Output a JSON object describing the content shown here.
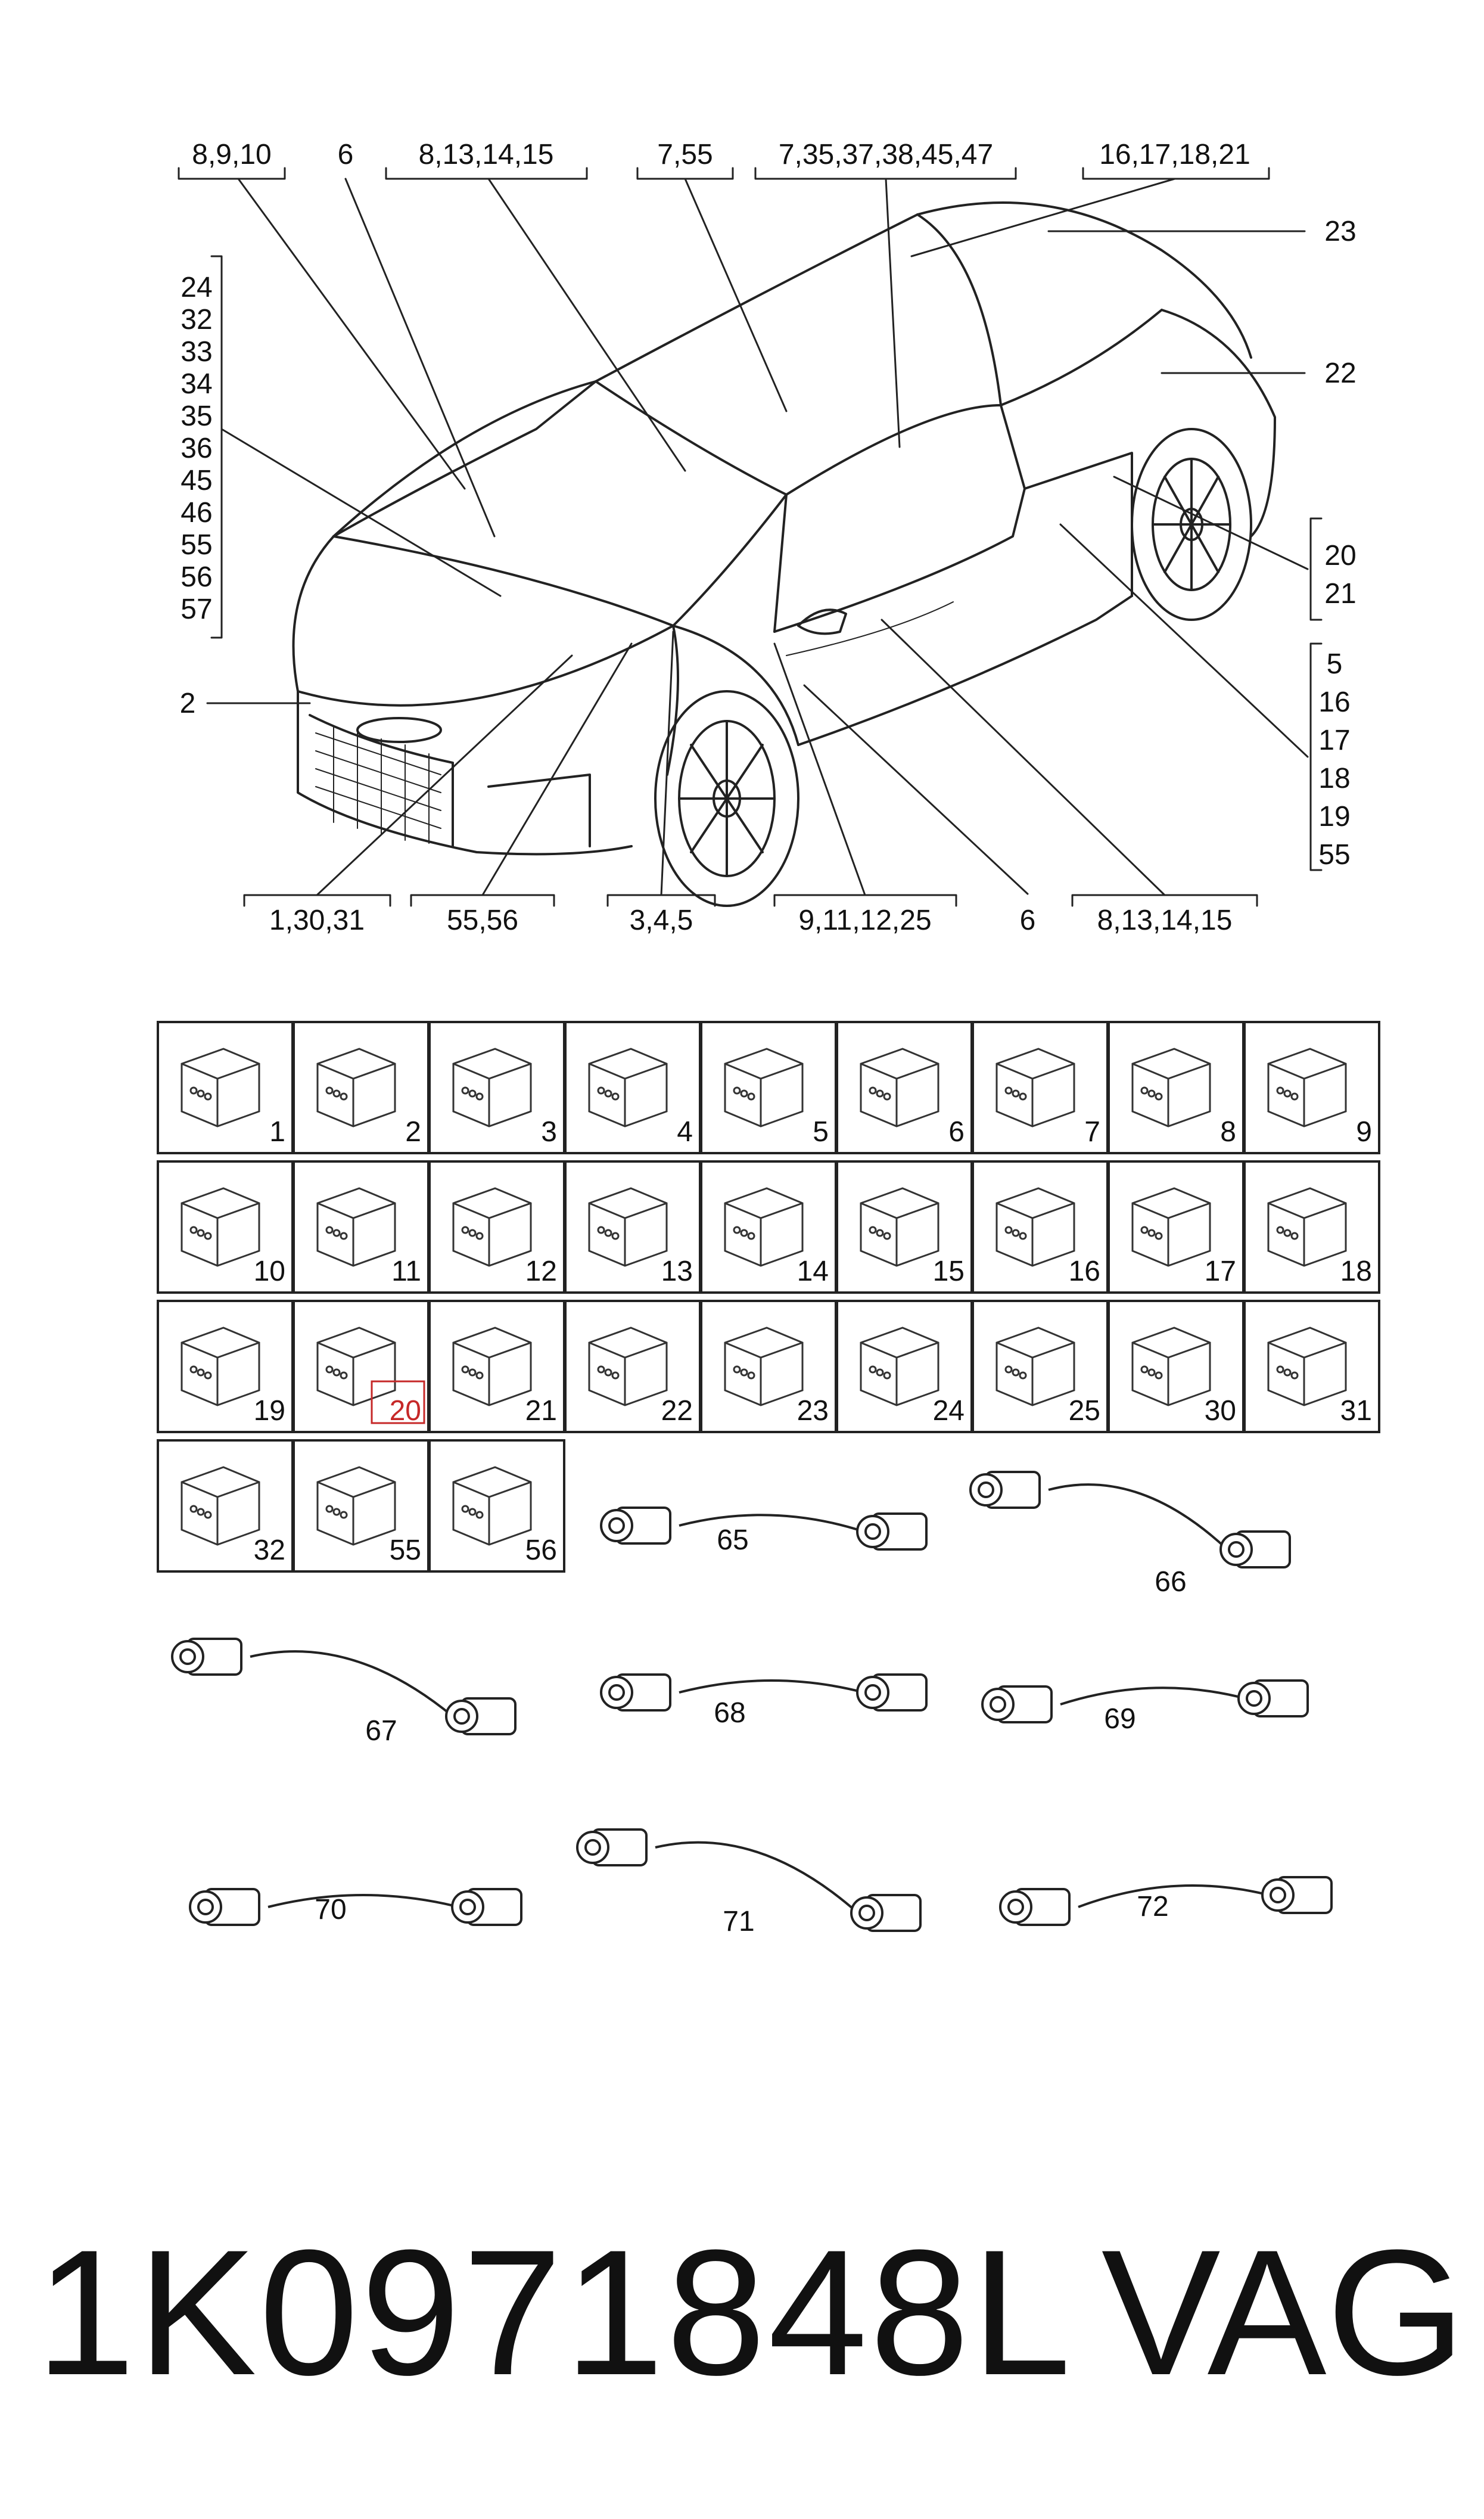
{
  "car_callouts": {
    "top": [
      "8,9,10",
      "6",
      "8,13,14,15",
      "7,55",
      "7,35,37,38,45,47",
      "16,17,18,21"
    ],
    "left_list": [
      "24",
      "32",
      "33",
      "34",
      "35",
      "36",
      "45",
      "46",
      "55",
      "56",
      "57"
    ],
    "left_single": "2",
    "right_23": "23",
    "right_22": "22",
    "right_group_a": [
      "20",
      "21"
    ],
    "right_group_b": [
      "5",
      "16",
      "17",
      "18",
      "19",
      "55"
    ],
    "bottom": [
      "1,30,31",
      "55,56",
      "3,4,5",
      "9,11,12,25",
      "6",
      "8,13,14,15"
    ]
  },
  "grid_rows": [
    [
      "1",
      "2",
      "3",
      "4",
      "5",
      "6",
      "7",
      "8",
      "9"
    ],
    [
      "10",
      "11",
      "12",
      "13",
      "14",
      "15",
      "16",
      "17",
      "18"
    ],
    [
      "19",
      "20",
      "21",
      "22",
      "23",
      "24",
      "25",
      "30",
      "31"
    ],
    [
      "32",
      "55",
      "56"
    ]
  ],
  "highlighted_item": "20",
  "highlight_color": "#c62828",
  "harness_labels": [
    "65",
    "66",
    "67",
    "68",
    "69",
    "70",
    "71",
    "72"
  ],
  "footer": {
    "part_number": "1K0971848L",
    "brand": "VAG"
  }
}
